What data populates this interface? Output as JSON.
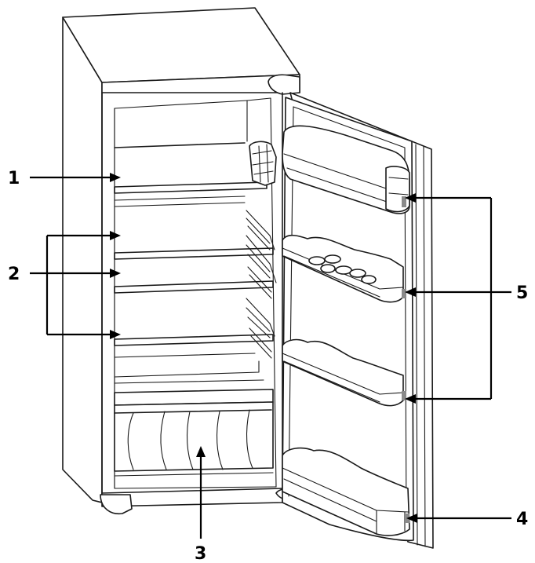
{
  "diagram": {
    "callouts": {
      "c1": "1",
      "c2": "2",
      "c3": "3",
      "c4": "4",
      "c5": "5"
    },
    "colors": {
      "line": "#1a1a1a",
      "leader": "#000000",
      "background": "#ffffff"
    }
  }
}
